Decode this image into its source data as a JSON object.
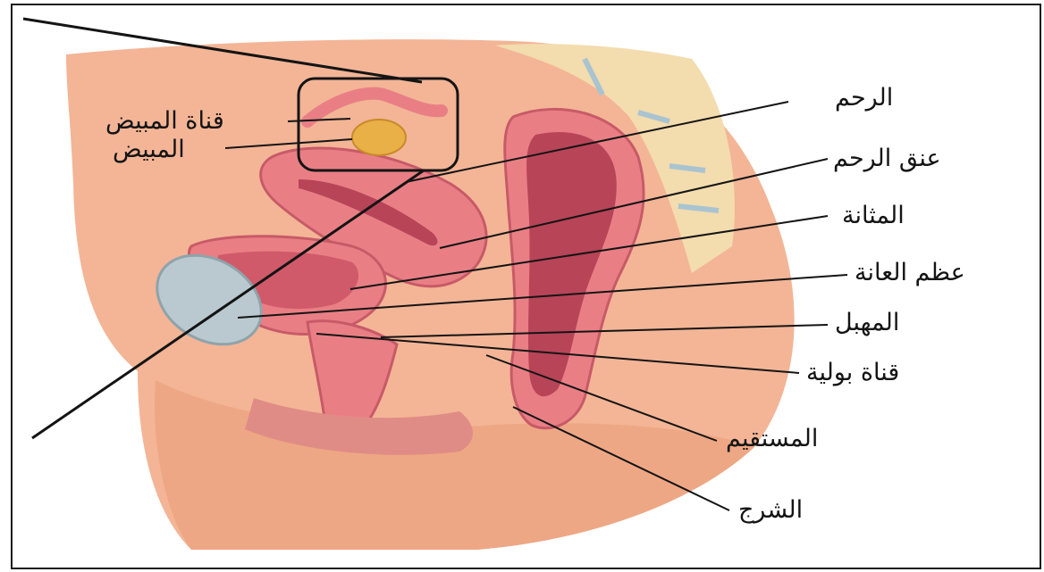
{
  "labels": {
    "fallopian_tube": "قناة المبيض",
    "ovary": "المبيض",
    "uterus": "الرحم",
    "cervix": "عنق الرحم",
    "bladder": "المثانة",
    "pubic_bone": "عظم العانة",
    "vagina": "المهبل",
    "urethra": "قناة بولية",
    "rectum": "المستقيم",
    "anus": "الشرج"
  },
  "colors": {
    "skin": "#f3b596",
    "skin_dark": "#e49b7c",
    "organ": "#e97f85",
    "organ_dark": "#b84458",
    "bone": "#f3dcae",
    "pubic_bone": "#b9c9cf",
    "ovary": "#e8b047",
    "line": "#141414"
  }
}
